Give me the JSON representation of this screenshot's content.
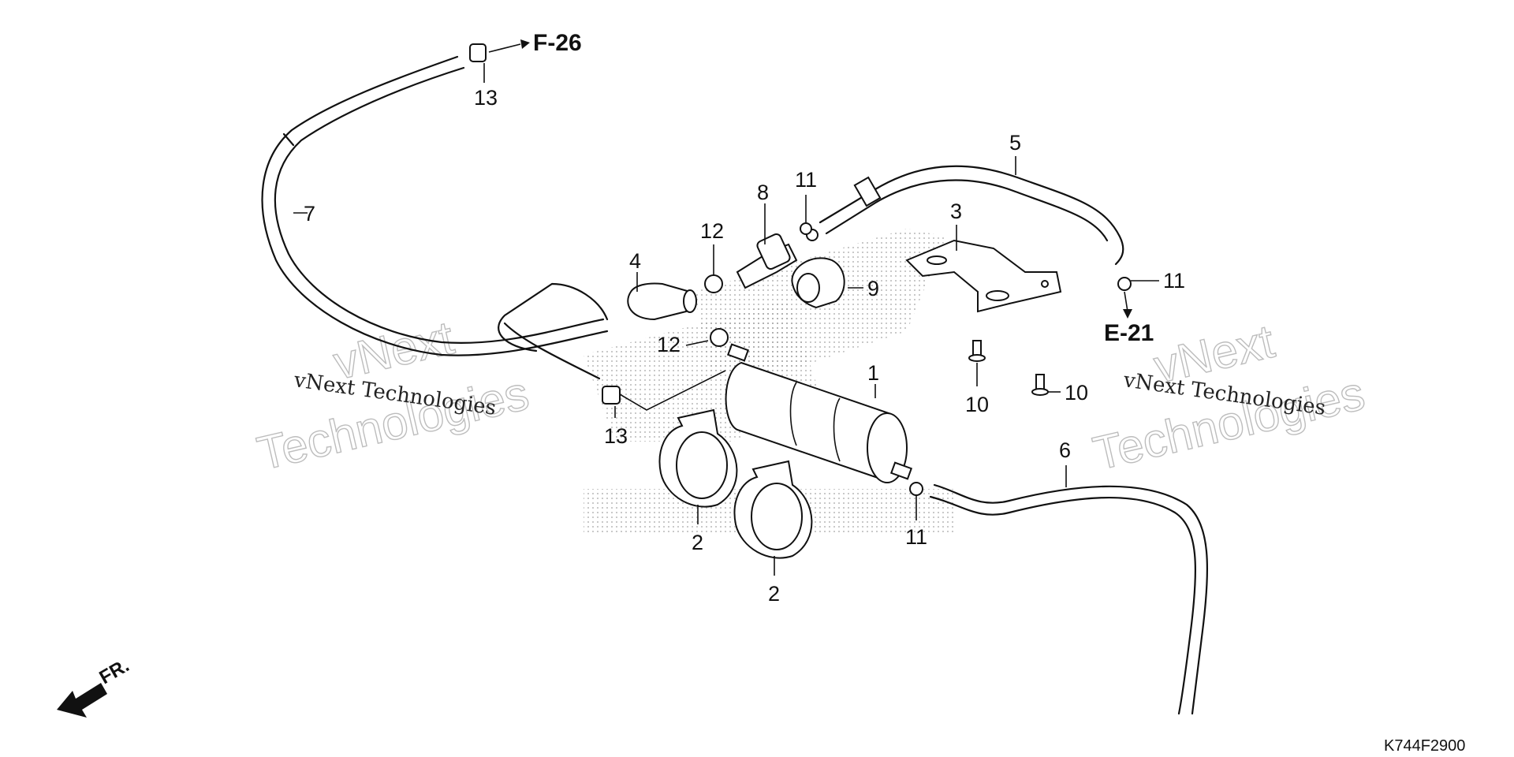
{
  "diagram": {
    "part_numbers": {
      "p1": "1",
      "p2a": "2",
      "p2b": "2",
      "p3": "3",
      "p4": "4",
      "p5": "5",
      "p6": "6",
      "p7": "7",
      "p8": "8",
      "p9": "9",
      "p10a": "10",
      "p10b": "10",
      "p11a": "11",
      "p11b": "11",
      "p11c": "11",
      "p12a": "12",
      "p12b": "12",
      "p13a": "13",
      "p13b": "13"
    },
    "references": {
      "f26": "F-26",
      "e21": "E-21"
    },
    "front_indicator": "FR.",
    "diagram_code": "K744F2900",
    "watermarks": {
      "small_left": "vNext Technologies",
      "small_right": "vNext Technologies",
      "big_left_line1": "vNext",
      "big_left_line2": "Technologies",
      "big_right_line1": "vNext",
      "big_right_line2": "Technologies"
    }
  }
}
